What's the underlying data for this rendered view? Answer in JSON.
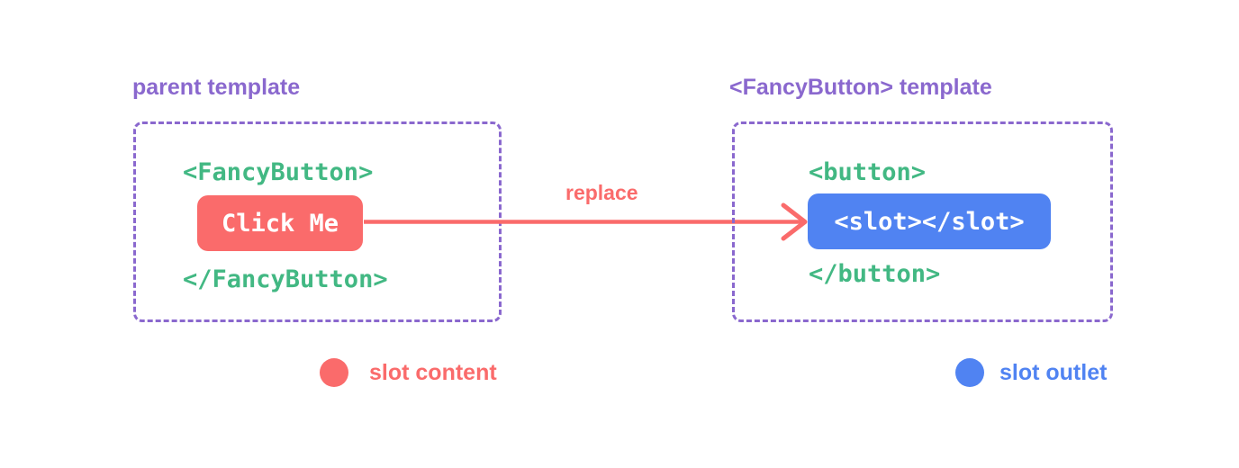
{
  "diagram": {
    "parent_template": {
      "title": "parent template",
      "open_tag": "<FancyButton>",
      "button_label": "Click Me",
      "close_tag": "</FancyButton>"
    },
    "fancybutton_template": {
      "title": "<FancyButton> template",
      "open_tag": "<button>",
      "slot_tag": "<slot></slot>",
      "close_tag": "</button>"
    },
    "arrow": {
      "label": "replace"
    },
    "legend": [
      {
        "label": "slot content",
        "color": "#fa6b6b"
      },
      {
        "label": "slot outlet",
        "color": "#5083f2"
      }
    ],
    "colors": {
      "background": "#ffffff",
      "purple_border_title": "#8a68ce",
      "green_code": "#42b883",
      "red_slot_content": "#fa6b6b",
      "blue_slot_outlet": "#5083f2",
      "code_text_on_fill": "#ffffff"
    }
  }
}
